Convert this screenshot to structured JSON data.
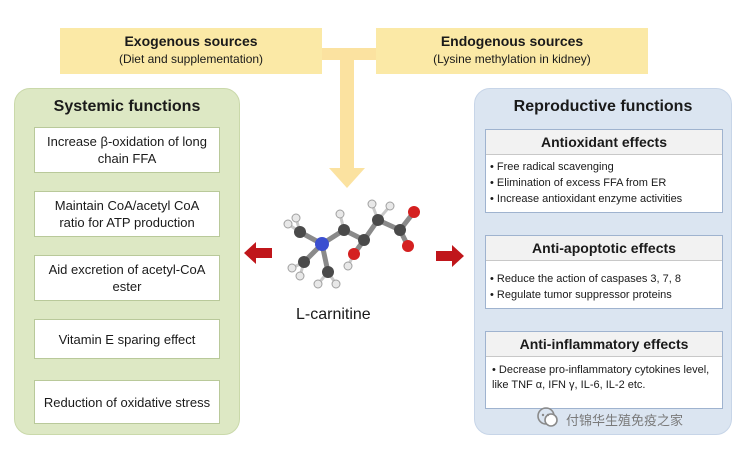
{
  "sources": {
    "exogenous": {
      "title": "Exogenous sources",
      "subtitle": "(Diet and supplementation)"
    },
    "endogenous": {
      "title": "Endogenous sources",
      "subtitle": "(Lysine methylation in kidney)"
    }
  },
  "center": {
    "label": "L-carnitine"
  },
  "systemic": {
    "title": "Systemic functions",
    "items": [
      "Increase β-oxidation of long chain FFA",
      "Maintain CoA/acetyl CoA ratio for ATP production",
      "Aid excretion of acetyl-CoA ester",
      "Vitamin E sparing effect",
      "Reduction of oxidative stress"
    ]
  },
  "reproductive": {
    "title": "Reproductive functions",
    "groups": [
      {
        "title": "Antioxidant effects",
        "bullets": [
          "Free radical scavenging",
          "Elimination of excess FFA from ER",
          "Increase antioxidant enzyme activities"
        ]
      },
      {
        "title": "Anti-apoptotic effects",
        "bullets": [
          "Reduce the action of caspases 3, 7, 8",
          "Regulate tumor suppressor proteins"
        ]
      },
      {
        "title": "Anti-inflammatory effects",
        "bullets": [
          "Decrease pro-inflammatory cytokines level, like TNF α, IFN γ, IL-6, IL-2 etc."
        ]
      }
    ]
  },
  "watermark": {
    "text": "付锦华生殖免疫之家"
  },
  "colors": {
    "source_bg": "#fbe9a6",
    "connector": "#fbe2a0",
    "systemic_bg": "#dde8c4",
    "reproductive_bg": "#dbe5f1",
    "arrow_red": "#c0161b"
  }
}
